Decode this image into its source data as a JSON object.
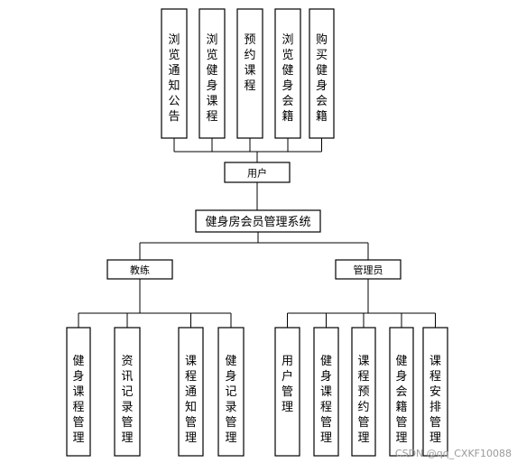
{
  "user_functions": [
    {
      "key": "browse_notices",
      "label": "浏览通知公告"
    },
    {
      "key": "browse_courses",
      "label": "浏览健身课程"
    },
    {
      "key": "book_course",
      "label": "预约课程"
    },
    {
      "key": "browse_membership",
      "label": "浏览健身会籍"
    },
    {
      "key": "buy_membership",
      "label": "购买健身会籍"
    }
  ],
  "user_role": "用户",
  "system_name": "健身房会员管理系统",
  "coach": {
    "label": "教练",
    "functions": [
      {
        "key": "course_mgmt",
        "label": "健身课程管理"
      },
      {
        "key": "news_record_mgmt",
        "label": "资讯记录管理"
      },
      {
        "key": "course_notice_mgmt",
        "label": "课程通知管理"
      },
      {
        "key": "fitness_record_mgmt",
        "label": "健身记录管理"
      }
    ]
  },
  "admin": {
    "label": "管理员",
    "functions": [
      {
        "key": "user_mgmt",
        "label": "用户管理"
      },
      {
        "key": "course_mgmt",
        "label": "健身课程管理"
      },
      {
        "key": "booking_mgmt",
        "label": "课程预约管理"
      },
      {
        "key": "membership_mgmt",
        "label": "健身会籍管理"
      },
      {
        "key": "schedule_mgmt",
        "label": "课程安排管理"
      }
    ]
  },
  "watermark": "CSDN @qq_CXKF10088"
}
